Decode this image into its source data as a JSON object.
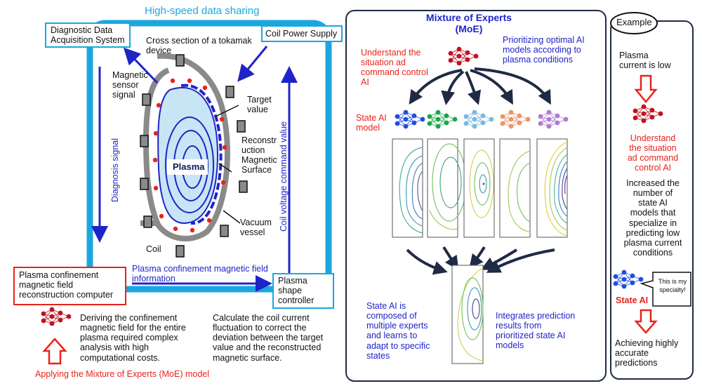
{
  "left": {
    "high_speed": "High-speed data sharing",
    "diag_acq_1": "Diagnostic Data",
    "diag_acq_2": "Acquisition System",
    "coil_power": "Coil Power Supply",
    "cross_section_1": "Cross section of a tokamak",
    "cross_section_2": "device",
    "magnetic_sensor_1": "Magnetic",
    "magnetic_sensor_2": "sensor",
    "magnetic_sensor_3": "signal",
    "target_1": "Target",
    "target_2": "value",
    "recon_1": "Reconstr",
    "recon_2": "uction",
    "recon_3": "Magnetic",
    "recon_4": "Surface",
    "plasma": "Plasma",
    "vacuum_1": "Vacuum",
    "vacuum_2": "vessel",
    "coil": "Coil",
    "diagnosis_signal": "Diagnosis signal",
    "coil_voltage": "Coil voltage command value",
    "confinement_info_1": "Plasma confinement magnetic field",
    "confinement_info_2": "information",
    "pcmfr_1": "Plasma confinement",
    "pcmfr_2": "magnetic field",
    "pcmfr_3": "reconstruction computer",
    "shape_1": "Plasma",
    "shape_2": "shape",
    "shape_3": "controller",
    "deriving_1": "Deriving the confinement",
    "deriving_2": "magnetic field for the entire",
    "deriving_3": "plasma required complex",
    "deriving_4": "analysis with high",
    "deriving_5": "computational costs.",
    "calc_1": "Calculate the coil current",
    "calc_2": "fluctuation to correct the",
    "calc_3": "deviation between the target",
    "calc_4": "value  and the reconstructed",
    "calc_5": "magnetic surface.",
    "applying": "Applying the Mixture of Experts (MoE) model"
  },
  "middle": {
    "title_1": "Mixture of Experts",
    "title_2": "(MoE)",
    "understand_1": "Understand the",
    "understand_2": "situation ad",
    "understand_3": "command control",
    "understand_4": "AI",
    "prioritizing_1": "Prioritizing optimal AI",
    "prioritizing_2": "models according to",
    "prioritizing_3": "plasma conditions",
    "state_ai_1": "State AI",
    "state_ai_2": "model",
    "composed_1": "State AI is",
    "composed_2": "composed of",
    "composed_3": "multiple experts",
    "composed_4": "and learns to",
    "composed_5": "adapt to specific",
    "composed_6": "states",
    "integrates_1": "Integrates prediction",
    "integrates_2": "results from",
    "integrates_3": "prioritized state AI",
    "integrates_4": "models"
  },
  "right": {
    "example": "Example",
    "plasma_low_1": "Plasma",
    "plasma_low_2": "current is low",
    "understand_1": "Understand",
    "understand_2": "the situation",
    "understand_3": "ad command",
    "understand_4": "control AI",
    "increased_1": "Increased the",
    "increased_2": "number of",
    "increased_3": "state AI",
    "increased_4": "models that",
    "increased_5": "specialize in",
    "increased_6": "predicting low",
    "increased_7": "plasma current",
    "increased_8": "conditions",
    "state_ai": "State AI",
    "specialty_1": "This is my",
    "specialty_2": "specialty!",
    "achieving_1": "Achieving highly",
    "achieving_2": "accurate",
    "achieving_3": "predictions"
  },
  "colors": {
    "cyan": "#1aa7e0",
    "navy": "#1f2a44",
    "blue_text": "#1f24c8",
    "red_text": "#e8231a",
    "nn_red": "#c0111f",
    "expert_blue": "#1f4fe0",
    "expert_green": "#1aa64a",
    "expert_skyblue": "#7ab8e0",
    "expert_orange": "#e8966a",
    "expert_purple": "#b07ad0"
  }
}
